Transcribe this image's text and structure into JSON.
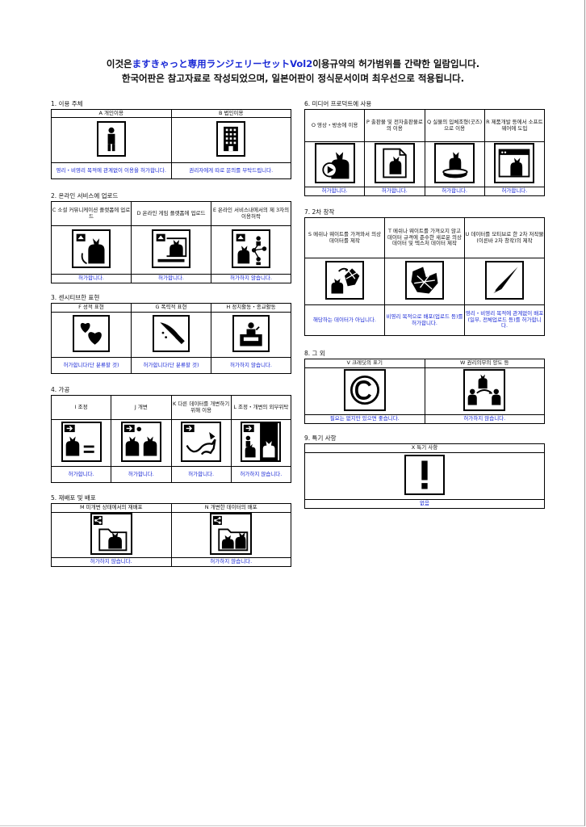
{
  "header": {
    "line1_pre": "이것은",
    "line1_product": "ますきゃっと専用ランジェリーセットVol2",
    "line1_post": "이용규약의 허가범위를 간략한 일람입니다.",
    "line2": "한국어판은 참고자료로 작성되었으며, 일본어판이 정식문서이며 최우선으로 적용됩니다."
  },
  "sections": {
    "s1": {
      "title": "1. 이용 주체",
      "items": [
        {
          "label": "A 개인이용",
          "icon": "person-icon",
          "answer": "영리・비영리 목적에 관계없이 이용을 허가합니다."
        },
        {
          "label": "B 법인이용",
          "icon": "building-icon",
          "answer": "권리자에게 따로 문의를 부탁드립니다."
        }
      ]
    },
    "s2": {
      "title": "2. 온라인 서비스에 업로드",
      "items": [
        {
          "label": "C 소셜 커뮤니케이션 플랫폼에 업로드",
          "icon": "upload-cat-icon",
          "answer": "허가합니다."
        },
        {
          "label": "D 온라인 게임 플랫폼에 업로드",
          "icon": "game-upload-icon",
          "answer": "허가합니다."
        },
        {
          "label": "E 온라인 서비스내에서의 제 3자의 이용허락",
          "icon": "share-network-icon",
          "answer": "허가하지 않습니다."
        }
      ]
    },
    "s3": {
      "title": "3. 센시티브한 표현",
      "items": [
        {
          "label": "F 성적 표현",
          "icon": "hearts-icon",
          "answer": "허가합니다(단 분류할 것)"
        },
        {
          "label": "G 폭력적 표현",
          "icon": "knife-icon",
          "answer": "허가합니다(단 분류할 것)"
        },
        {
          "label": "H 정치활동・종교활동",
          "icon": "podium-icon",
          "answer": "허가하지 않습니다."
        }
      ]
    },
    "s4": {
      "title": "4. 가공",
      "items": [
        {
          "label": "I 조정",
          "icon": "adjust-icon",
          "answer": "허가합니다."
        },
        {
          "label": "J 개변",
          "icon": "modify-icon",
          "answer": "허가합니다."
        },
        {
          "label": "K 다른 데이터를 개변하기 위해 이용",
          "icon": "other-data-icon",
          "answer": "허가합니다."
        },
        {
          "label": "L 조정・개변의 외부위탁",
          "icon": "outsource-icon",
          "answer": "허가하지 않습니다."
        }
      ]
    },
    "s5": {
      "title": "5. 재배포 및 배포",
      "items": [
        {
          "label": "M 미개변 상태에서의 재배포",
          "icon": "redistribute-icon",
          "answer": "허가하지 않습니다."
        },
        {
          "label": "N 개변한 데이터의 배포",
          "icon": "distribute-modified-icon",
          "answer": "허가하지 않습니다."
        }
      ]
    },
    "s6": {
      "title": "6. 미디어 프로덕트에 사용",
      "items": [
        {
          "label": "O 영상・방송에 이용",
          "icon": "video-icon",
          "answer": "허가합니다."
        },
        {
          "label": "P 출판물 및 전자출판물로의 이용",
          "icon": "publication-icon",
          "answer": "허가합니다."
        },
        {
          "label": "Q 실물의 입체조형(굿즈)으로 이용",
          "icon": "figure-icon",
          "answer": "허가합니다."
        },
        {
          "label": "R 제품개발 등에서 소프트웨어에 도입",
          "icon": "software-icon",
          "answer": "허가합니다."
        }
      ]
    },
    "s7": {
      "title": "7. 2차 창작",
      "items": [
        {
          "label": "S 메쉬나 웨이트를 가져와서 의상 데이터를 제작",
          "icon": "mesh-icon",
          "answer": "해당하는 데이터가 아닙니다."
        },
        {
          "label": "T 메쉬나 웨이트를 가져오지 않고 데이터 규격에 준수한 새로운 의상 데이터 및 텍스처 데이터 제작",
          "icon": "new-costume-icon",
          "answer": "비영리 목적으로 배포(업로드 등)를 허가합니다."
        },
        {
          "label": "U 데이터를 모티브로 한 2차 저작물(이른바 2차 창작)의 제작",
          "icon": "pen-icon",
          "answer": "영리・비영리 목적에 관계없이 배포(일부, 전체업로드 등)를 허가합니다."
        }
      ]
    },
    "s8": {
      "title": "8. 그 외",
      "items": [
        {
          "label": "V 크레딧의 표기",
          "icon": "copyright-icon",
          "answer": "필요는 없지만 있으면 좋습니다."
        },
        {
          "label": "W 권리의무의 양도 등",
          "icon": "transfer-icon",
          "answer": "허가하지 않습니다."
        }
      ]
    },
    "s9": {
      "title": "9. 특기 사항",
      "items": [
        {
          "label": "X 특기 사항",
          "icon": "exclamation-icon",
          "answer": "없음"
        }
      ]
    }
  },
  "colors": {
    "answer_text": "#1a29d6",
    "border": "#000000"
  }
}
